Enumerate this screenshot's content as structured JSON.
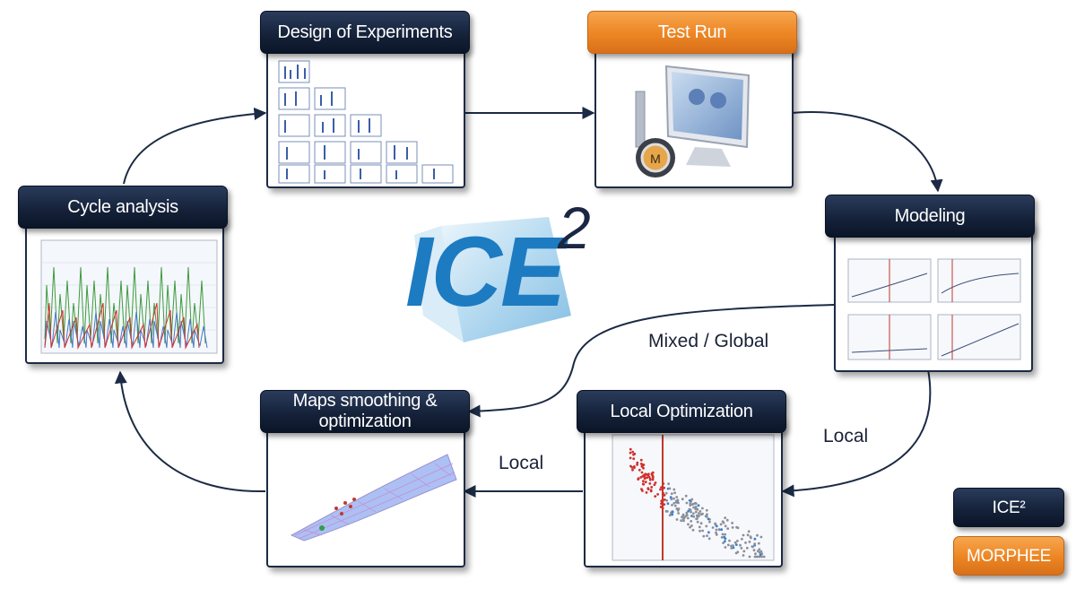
{
  "nodes": {
    "doe": {
      "label": "Design of Experiments"
    },
    "test_run": {
      "label": "Test Run"
    },
    "modeling": {
      "label": "Modeling"
    },
    "local_opt": {
      "label": "Local Optimization"
    },
    "maps": {
      "label": "Maps smoothing & optimization"
    },
    "cycle": {
      "label": "Cycle analysis"
    }
  },
  "edges": {
    "mixed_global": "Mixed / Global",
    "local_right": "Local",
    "local_bottom": "Local"
  },
  "logo": {
    "text": "ICE",
    "superscript": "2"
  },
  "legend": {
    "ice2": {
      "label": "ICE²",
      "color": "#15223a"
    },
    "morphee": {
      "label": "MORPHEE",
      "color": "#ec8523"
    }
  },
  "colors": {
    "dark": "#15223a",
    "orange": "#ec8523",
    "arrow": "#1c2a44"
  }
}
